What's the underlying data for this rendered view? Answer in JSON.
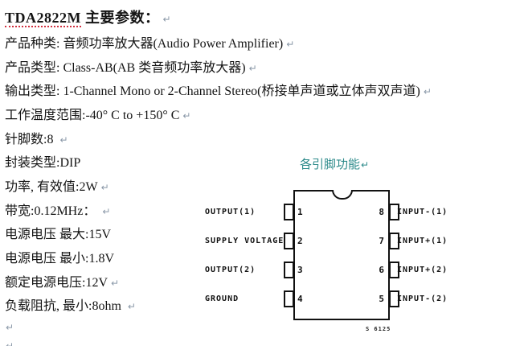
{
  "title": {
    "part_number": "TDA2822M",
    "suffix": "主要参数："
  },
  "marks": {
    "pilcrow": "↵"
  },
  "params": [
    {
      "text": "产品种类: 音频功率放大器(Audio Power Amplifier)"
    },
    {
      "text": "产品类型: Class-AB(AB 类音频功率放大器)"
    },
    {
      "text": "输出类型: 1-Channel Mono or 2-Channel Stereo(桥接单声道或立体声双声道)"
    },
    {
      "text": "工作温度范围:-40° C to +150° C"
    },
    {
      "text": "针脚数:8 "
    },
    {
      "text": "封装类型:DIP"
    },
    {
      "text": "功率, 有效值:2W"
    },
    {
      "text": "带宽:0.12MHz： "
    },
    {
      "text": "电源电压 最大:15V"
    },
    {
      "text": "电源电压 最小:1.8V"
    },
    {
      "text": "额定电源电压:12V"
    },
    {
      "text": "负载阻抗, 最小:8ohm "
    }
  ],
  "pin_function_heading": {
    "label": "各引脚功能"
  },
  "chip_diagram": {
    "left_pins": [
      {
        "num": "1",
        "label": "OUTPUT(1)"
      },
      {
        "num": "2",
        "label": "SUPPLY VOLTAGE"
      },
      {
        "num": "3",
        "label": "OUTPUT(2)"
      },
      {
        "num": "4",
        "label": "GROUND"
      }
    ],
    "right_pins": [
      {
        "num": "8",
        "label": "INPUT-(1)"
      },
      {
        "num": "7",
        "label": "INPUT+(1)"
      },
      {
        "num": "6",
        "label": "INPUT+(2)"
      },
      {
        "num": "5",
        "label": "INPUT-(2)"
      }
    ],
    "figure_code": "S 6125"
  },
  "colors": {
    "accent_teal": "#2e8b8b",
    "spellcheck_red": "#d03040",
    "text": "#141414"
  }
}
